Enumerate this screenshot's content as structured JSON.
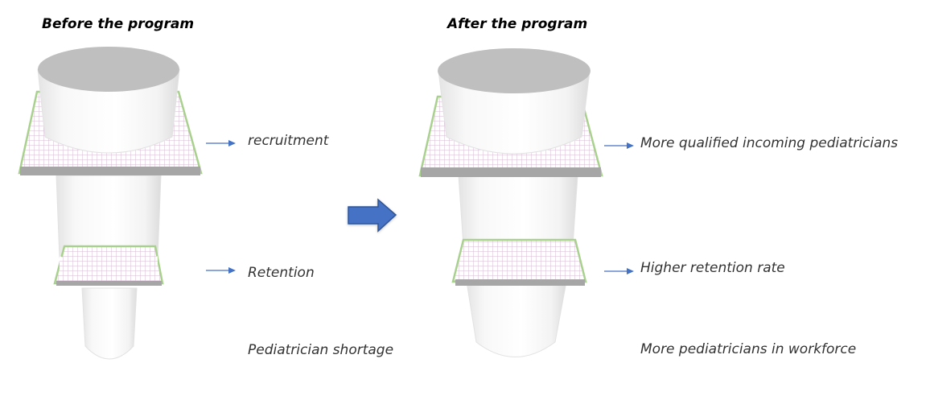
{
  "before": {
    "title": "Before the program",
    "labels": {
      "recruitment": "recruitment",
      "retention": "Retention",
      "outcome": "Pediatrician shortage"
    }
  },
  "after": {
    "title": "After the program",
    "labels": {
      "recruitment": "More qualified incoming pediatricians",
      "retention": "Higher retention rate",
      "outcome": "More pediatricians in workforce"
    }
  },
  "colors": {
    "arrow": "#4472c4",
    "arrow_dark": "#2f5597",
    "filter_border": "#a9d18e",
    "filter_grid": "#d8bfd8",
    "filter_bar": "#a6a6a6",
    "funnel_top": "#bfbfbf"
  }
}
